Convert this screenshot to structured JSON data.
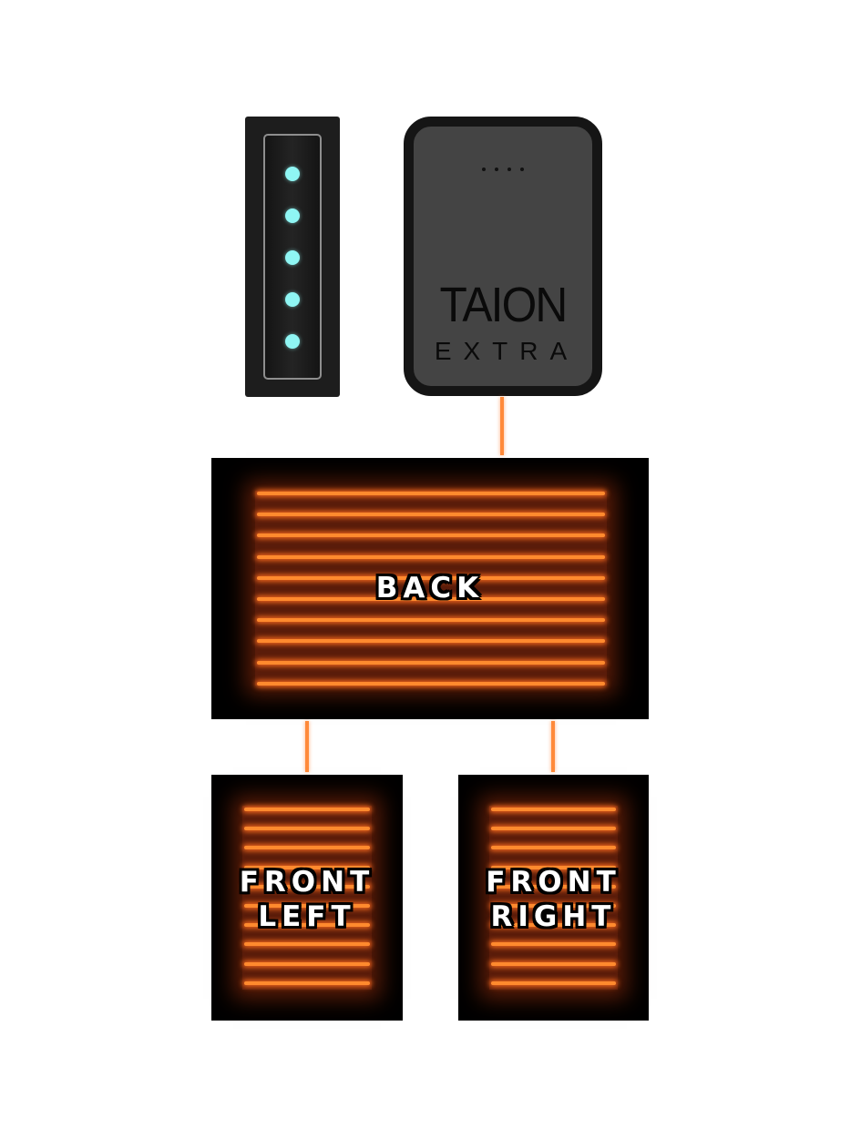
{
  "battery": {
    "brand": "TAION",
    "model": "EXTRA"
  },
  "controller": {
    "led_count": 5,
    "led_color": "#8ff6f4"
  },
  "panels": {
    "back": {
      "label": "BACK"
    },
    "front_left": {
      "label": "FRONT\nLEFT"
    },
    "front_right": {
      "label": "FRONT\nRIGHT"
    }
  },
  "colors": {
    "heat": "#ff8a2e",
    "wire": "#ff8a3a",
    "battery_body": "#444444",
    "panel_bg": "#000000"
  }
}
